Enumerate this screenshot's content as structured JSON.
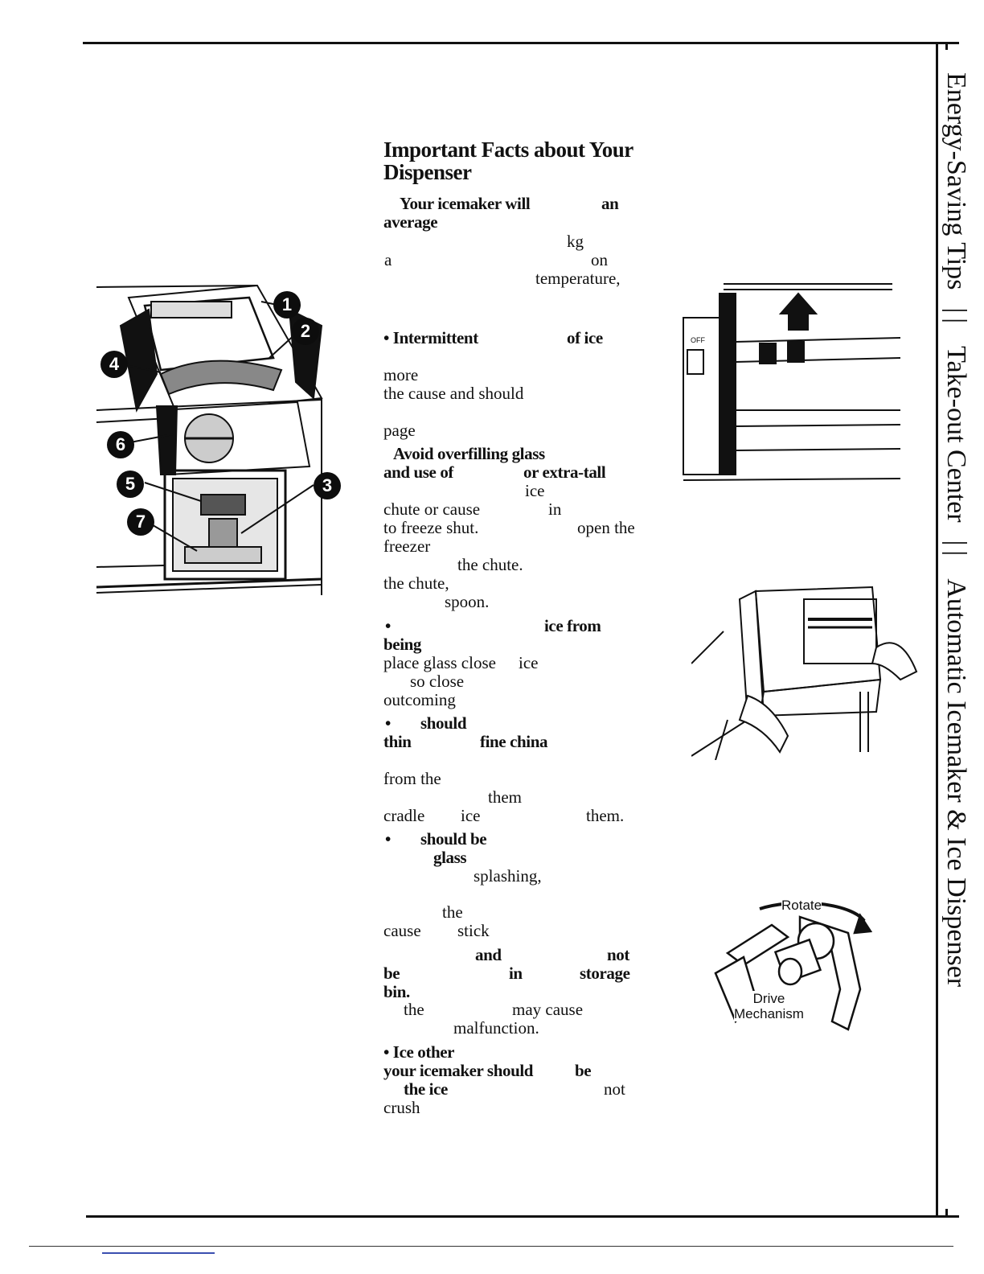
{
  "page": {
    "section_title": "Important Facts about Your Dispenser",
    "title_line1": "Important Facts about Your",
    "title_line2": "Dispenser"
  },
  "side_tab": {
    "items": [
      "Energy-Saving Tips",
      "Take-out Center",
      "Automatic Icemaker & Ice Dispenser"
    ],
    "separator": "||"
  },
  "text_lines": [
    [
      "Your icemaker will",
      "an"
    ],
    [
      "average"
    ],
    [
      "kg"
    ],
    [
      "a",
      "on"
    ],
    [
      "temperature,"
    ],
    [
      "• Intermittent",
      "of ice"
    ],
    [
      "more"
    ],
    [
      "the cause and should"
    ],
    [
      "page"
    ],
    [
      "Avoid overfilling glass"
    ],
    [
      "and use of",
      "or extra-tall"
    ],
    [
      "ice"
    ],
    [
      "chute or cause",
      "in"
    ],
    [
      "to freeze shut.",
      "open the"
    ],
    [
      "freezer"
    ],
    [
      "the chute."
    ],
    [
      "the chute,"
    ],
    [
      "spoon."
    ],
    [
      "•",
      "ice from"
    ],
    [
      "being"
    ],
    [
      "place glass close",
      "ice"
    ],
    [
      "so close"
    ],
    [
      "outcoming"
    ],
    [
      "•",
      "should"
    ],
    [
      "thin",
      "fine china"
    ],
    [
      "from the"
    ],
    [
      "them"
    ],
    [
      "cradle",
      "ice",
      "them."
    ],
    [
      "•",
      "should be"
    ],
    [
      "glass"
    ],
    [
      "splashing,"
    ],
    [
      "the"
    ],
    [
      "cause",
      "stick"
    ],
    [
      "and",
      "not"
    ],
    [
      "be",
      "in",
      "storage"
    ],
    [
      "bin."
    ],
    [
      "the",
      "may cause"
    ],
    [
      "malfunction."
    ],
    [
      "• Ice other"
    ],
    [
      "your icemaker should",
      "be"
    ],
    [
      "the ice",
      "not"
    ],
    [
      "crush"
    ]
  ],
  "figures": {
    "dispenser_callouts": [
      "1",
      "2",
      "3",
      "4",
      "5",
      "6",
      "7"
    ],
    "icemaker_switch_label": "OFF",
    "drive_labels": {
      "rotate": "Rotate",
      "drive_line1": "Drive",
      "drive_line2": "Mechanism"
    }
  }
}
